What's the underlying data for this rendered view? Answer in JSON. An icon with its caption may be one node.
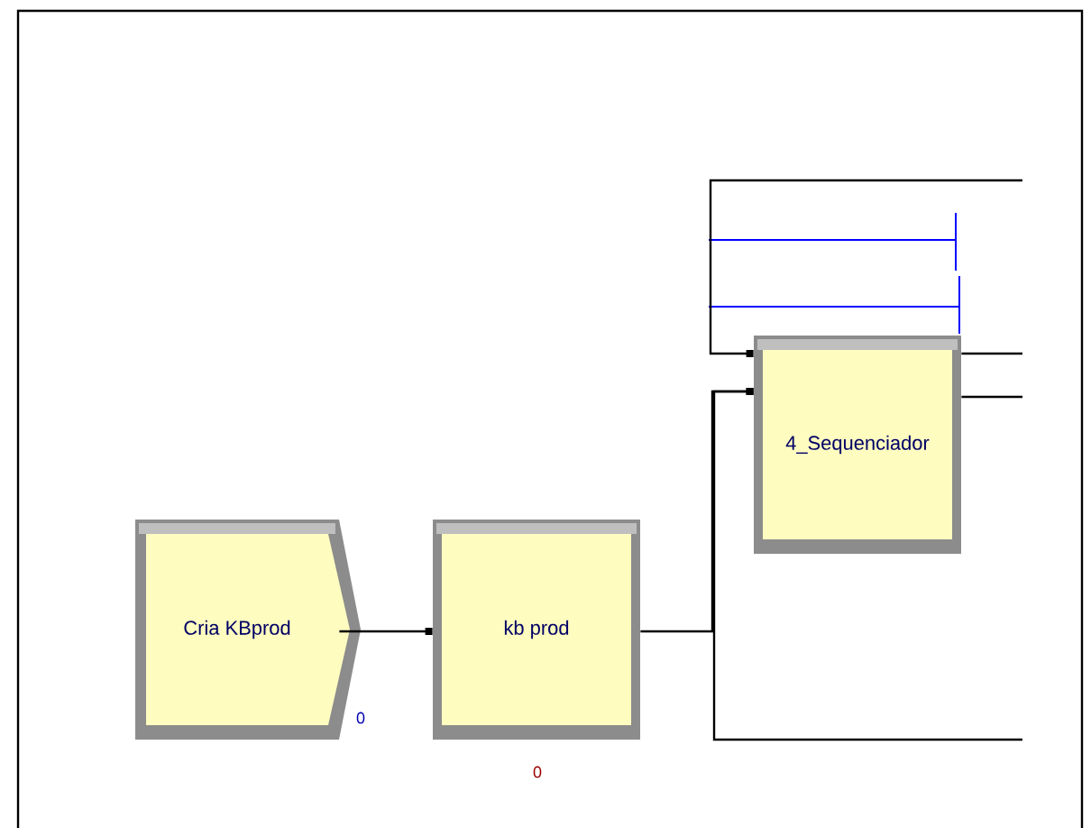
{
  "diagram": {
    "nodes": [
      {
        "text": [
          "Cria KBprod"
        ],
        "beside": [
          "0"
        ]
      },
      {
        "text": [
          "kb prod"
        ],
        "beside": [
          "0"
        ]
      },
      {
        "text": [
          "4_Sequenciador"
        ]
      }
    ],
    "edges": [
      {
        "from": 0,
        "to": 1,
        "arrow": "other"
      },
      {
        "from": 1,
        "to": 2,
        "arrow": "other"
      },
      {
        "from": null,
        "to": 2,
        "arrow": "other"
      },
      {
        "from": null,
        "to": 2,
        "arrow": "other"
      },
      {
        "from": 2,
        "to": null,
        "arrow": "none"
      },
      {
        "from": 2,
        "to": null,
        "arrow": "none"
      }
    ]
  }
}
